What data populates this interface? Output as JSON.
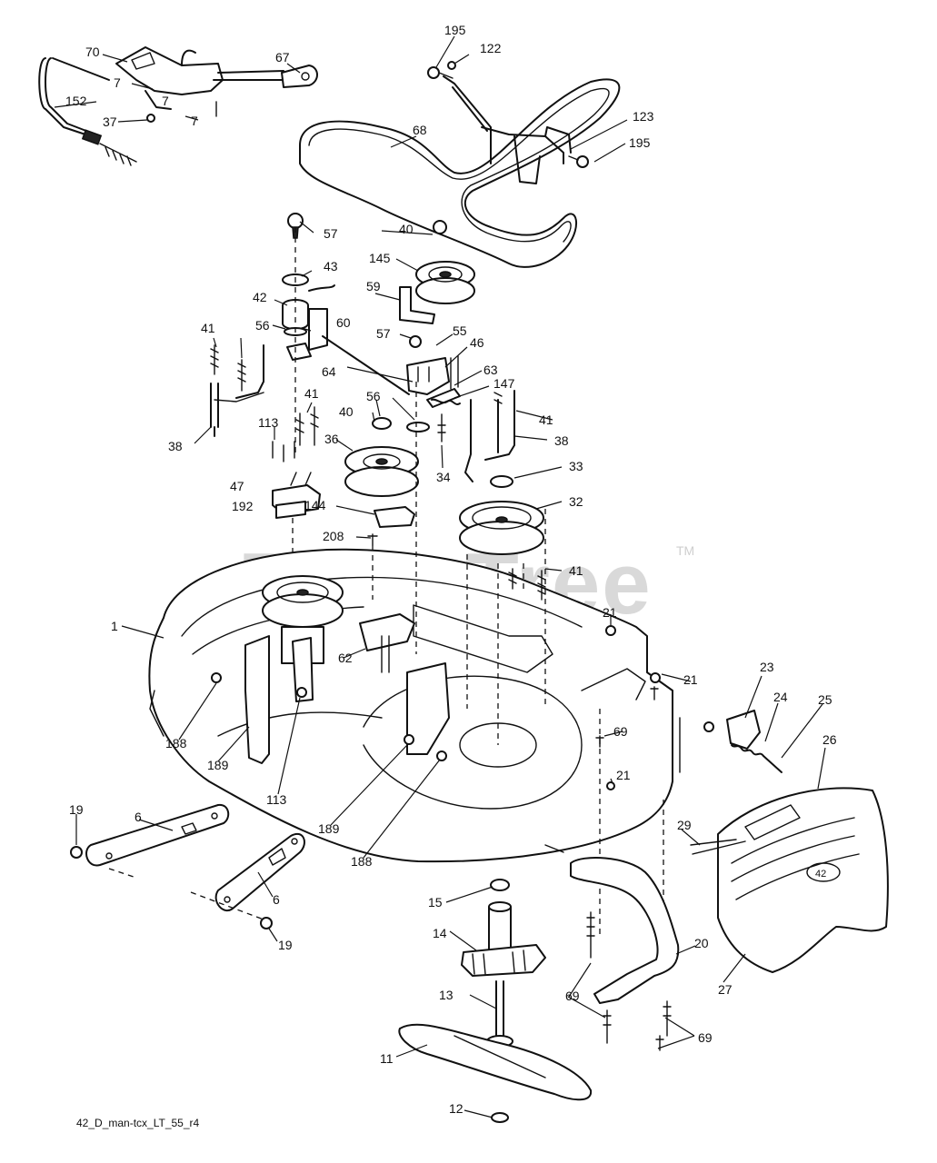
{
  "diagram": {
    "watermark": "PartsTree",
    "watermark_tm": "TM",
    "footer_code": "42_D_man-tcx_LT_55_r4",
    "deck_badge": "42",
    "callouts": [
      "70",
      "67",
      "7",
      "7",
      "152",
      "37",
      "7",
      "195",
      "122",
      "68",
      "123",
      "195",
      "57",
      "43",
      "42",
      "60",
      "56",
      "41",
      "41",
      "113",
      "38",
      "47",
      "192",
      "40",
      "145",
      "59",
      "57",
      "55",
      "46",
      "64",
      "63",
      "147",
      "56",
      "40",
      "41",
      "38",
      "36",
      "34",
      "33",
      "144",
      "32",
      "208",
      "41",
      "1",
      "62",
      "21",
      "23",
      "24",
      "25",
      "21",
      "69",
      "188",
      "189",
      "113",
      "189",
      "188",
      "21",
      "26",
      "19",
      "6",
      "29",
      "6",
      "19",
      "15",
      "14",
      "20",
      "27",
      "13",
      "69",
      "69",
      "11",
      "12"
    ]
  }
}
